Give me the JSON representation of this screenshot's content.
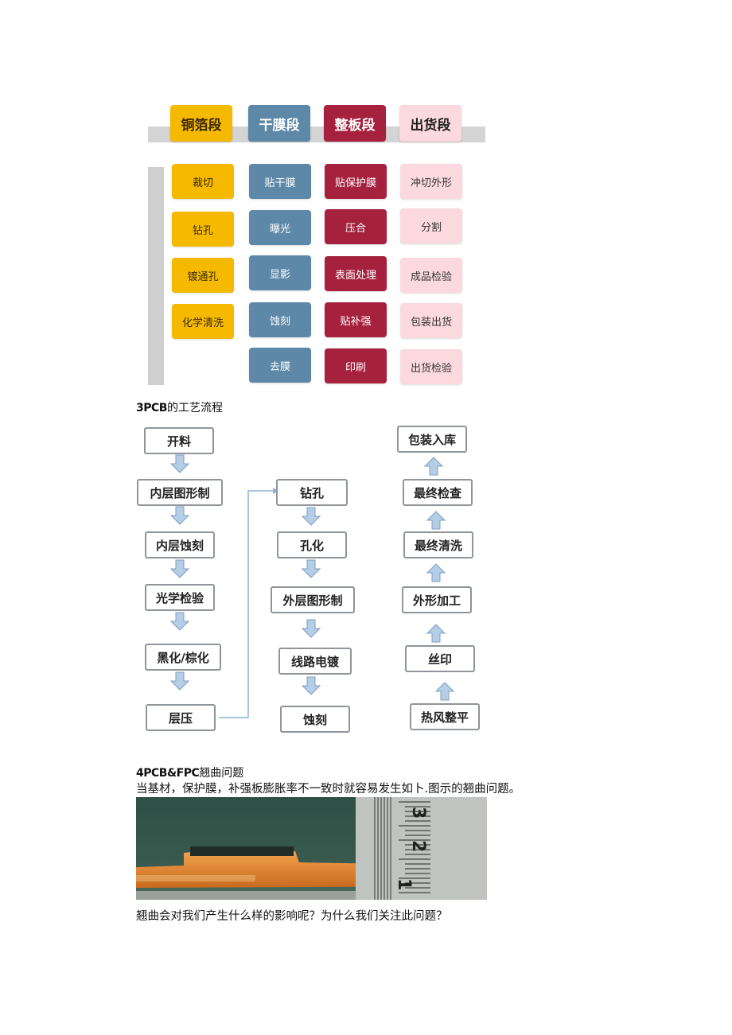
{
  "stage_diagram": {
    "headers": [
      "铜箔段",
      "干膜段",
      "整板段",
      "出货段"
    ],
    "columns": [
      {
        "color": "#f5b900",
        "items": [
          "裁切",
          "钻孔",
          "镀通孔",
          "化学清洗"
        ]
      },
      {
        "color": "#5d88a8",
        "items": [
          "贴干膜",
          "曝光",
          "显影",
          "蚀刻",
          "去膜"
        ]
      },
      {
        "color": "#a5213d",
        "items": [
          "贴保护膜",
          "压合",
          "表面处理",
          "贴补强",
          "印刷"
        ]
      },
      {
        "color": "#fbd9df",
        "items": [
          "冲切外形",
          "分割",
          "成品检验",
          "包装出货",
          "出货检验"
        ]
      }
    ]
  },
  "section3": {
    "number": "3PCB",
    "title": "的工艺流程"
  },
  "flowchart": {
    "column1": [
      "开料",
      "内层图形制",
      "内层蚀刻",
      "光学检验",
      "黑化/棕化",
      "层压"
    ],
    "column2": [
      "钻孔",
      "孔化",
      "外层图形制",
      "线路电镀",
      "蚀刻"
    ],
    "column3": [
      "热风整平",
      "丝印",
      "外形加工",
      "最终清洗",
      "最终检查",
      "包装入库"
    ]
  },
  "section4": {
    "number": "4PCB&FPC",
    "title": "翘曲问题",
    "paragraph": "当基材，保护膜，补强板膨胀率不一致时就容易发生如卜.图示的翘曲问题。",
    "ruler_numbers": [
      "3",
      "2",
      "1"
    ],
    "question": "翘曲会对我们产生什么样的影响呢？为什么我们关注此问题？"
  }
}
